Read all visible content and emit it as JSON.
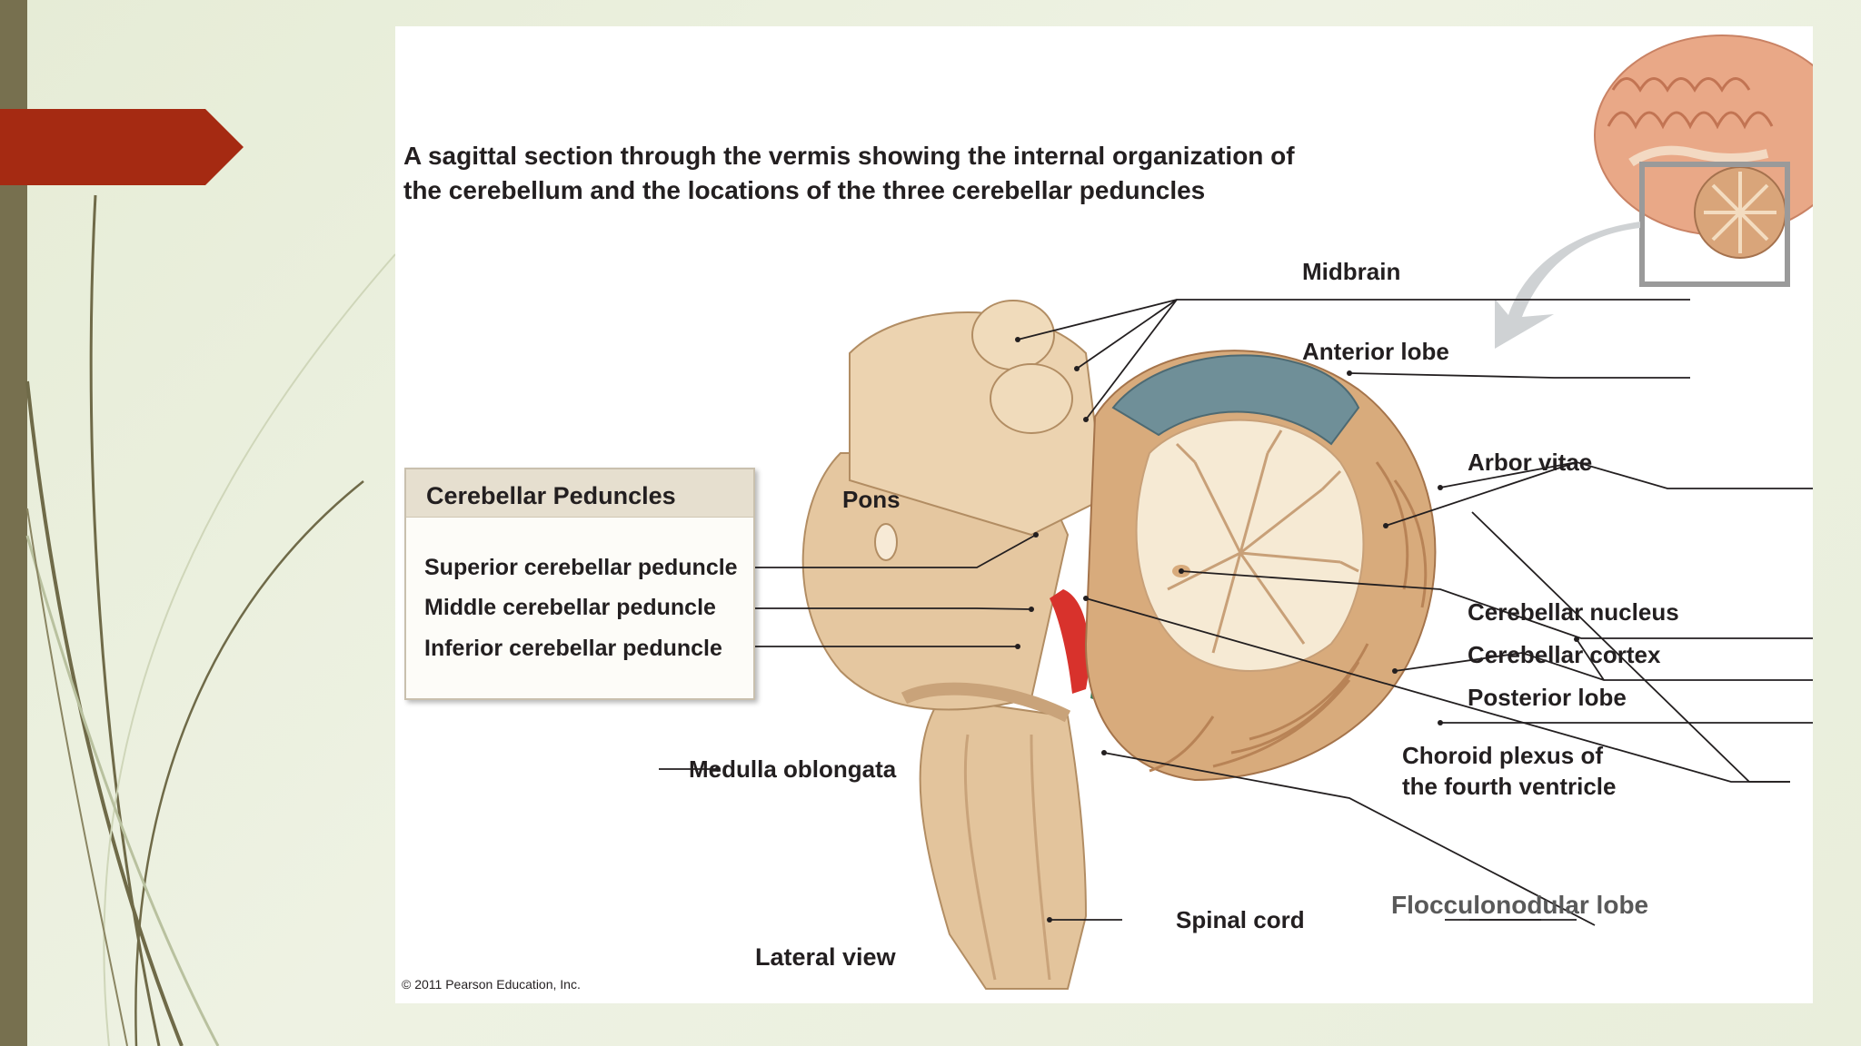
{
  "colors": {
    "background": "#e9eedb",
    "left_bar": "#77704f",
    "accent_arrow": "#a52a12",
    "brainstem": "#e8cba2",
    "anterior_lobe": "#6f8f98",
    "arbor_vitae": "#f6ead4",
    "choroid_plexus": "#d8322c"
  },
  "figure": {
    "title": "A sagittal section through the vermis showing the internal organization of the cerebellum and the locations of the three cerebellar peduncles",
    "copyright": "© 2011 Pearson Education, Inc.",
    "view_label": "Lateral view"
  },
  "peduncle_box": {
    "title": "Cerebellar Peduncles",
    "items": [
      "Superior cerebellar peduncle",
      "Middle cerebellar peduncle",
      "Inferior cerebellar peduncle"
    ]
  },
  "labels": {
    "midbrain": "Midbrain",
    "anterior_lobe": "Anterior lobe",
    "arbor_vitae": "Arbor vitae",
    "pons": "Pons",
    "cerebellar_nucleus": "Cerebellar nucleus",
    "cerebellar_cortex": "Cerebellar cortex",
    "posterior_lobe": "Posterior lobe",
    "choroid_line1": "Choroid plexus of",
    "choroid_line2": "the fourth ventricle",
    "medulla": "Medulla oblongata",
    "spinal_cord": "Spinal cord",
    "flocculonodular": "Flocculonodular lobe"
  },
  "icons": [
    "slide-arrow-icon",
    "brain-thumbnail-icon",
    "pointer-arrow-icon"
  ]
}
